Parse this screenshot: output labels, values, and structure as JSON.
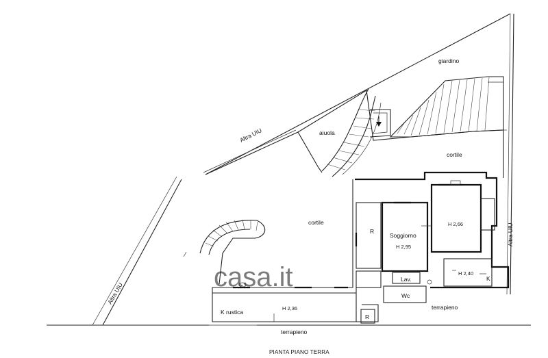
{
  "drawing": {
    "labels": {
      "giardino": "giardino",
      "aiuola": "aiuola",
      "altra_uiu_top": "Altra UIU",
      "altra_uiu_left": "Altra UIU",
      "altra_uiu_right": "Altra UIU",
      "cortile_right": "cortile",
      "cortile_main": "cortile",
      "soggiorno": "Soggiorno",
      "soggiorno_h": "H 2,95",
      "room_r_upper": "R",
      "room_h266": "H 2,66",
      "room_h240": "H 2,40",
      "room_k": "K",
      "lav": "Lav.",
      "wc": "Wc",
      "terrapieno_right": "terrapieno",
      "terrapieno_bottom": "terrapieno",
      "k_rustica": "K rustica",
      "k_rustica_h": "H 2,36",
      "room_r_lower": "R"
    },
    "caption": "PIANTA PIANO TERRA",
    "watermark": "casa.it"
  }
}
